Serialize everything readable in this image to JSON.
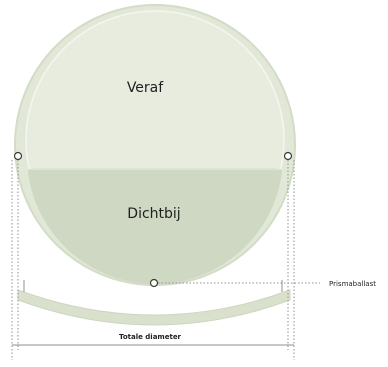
{
  "diagram": {
    "zones": {
      "far_label": "Veraf",
      "near_label": "Dichtbij"
    },
    "callouts": {
      "prism_ballast_label": "Prismaballast",
      "total_diameter_label": "Totale diameter"
    },
    "colors": {
      "lens_outer": "#e7ecdf",
      "lens_ring": "#d6dfc9",
      "far_zone": "#e6ebde",
      "near_zone": "#cfd8c2",
      "edge_arc": "#d9e1cd",
      "line": "#8e9488",
      "text": "#1f1f1f"
    }
  }
}
